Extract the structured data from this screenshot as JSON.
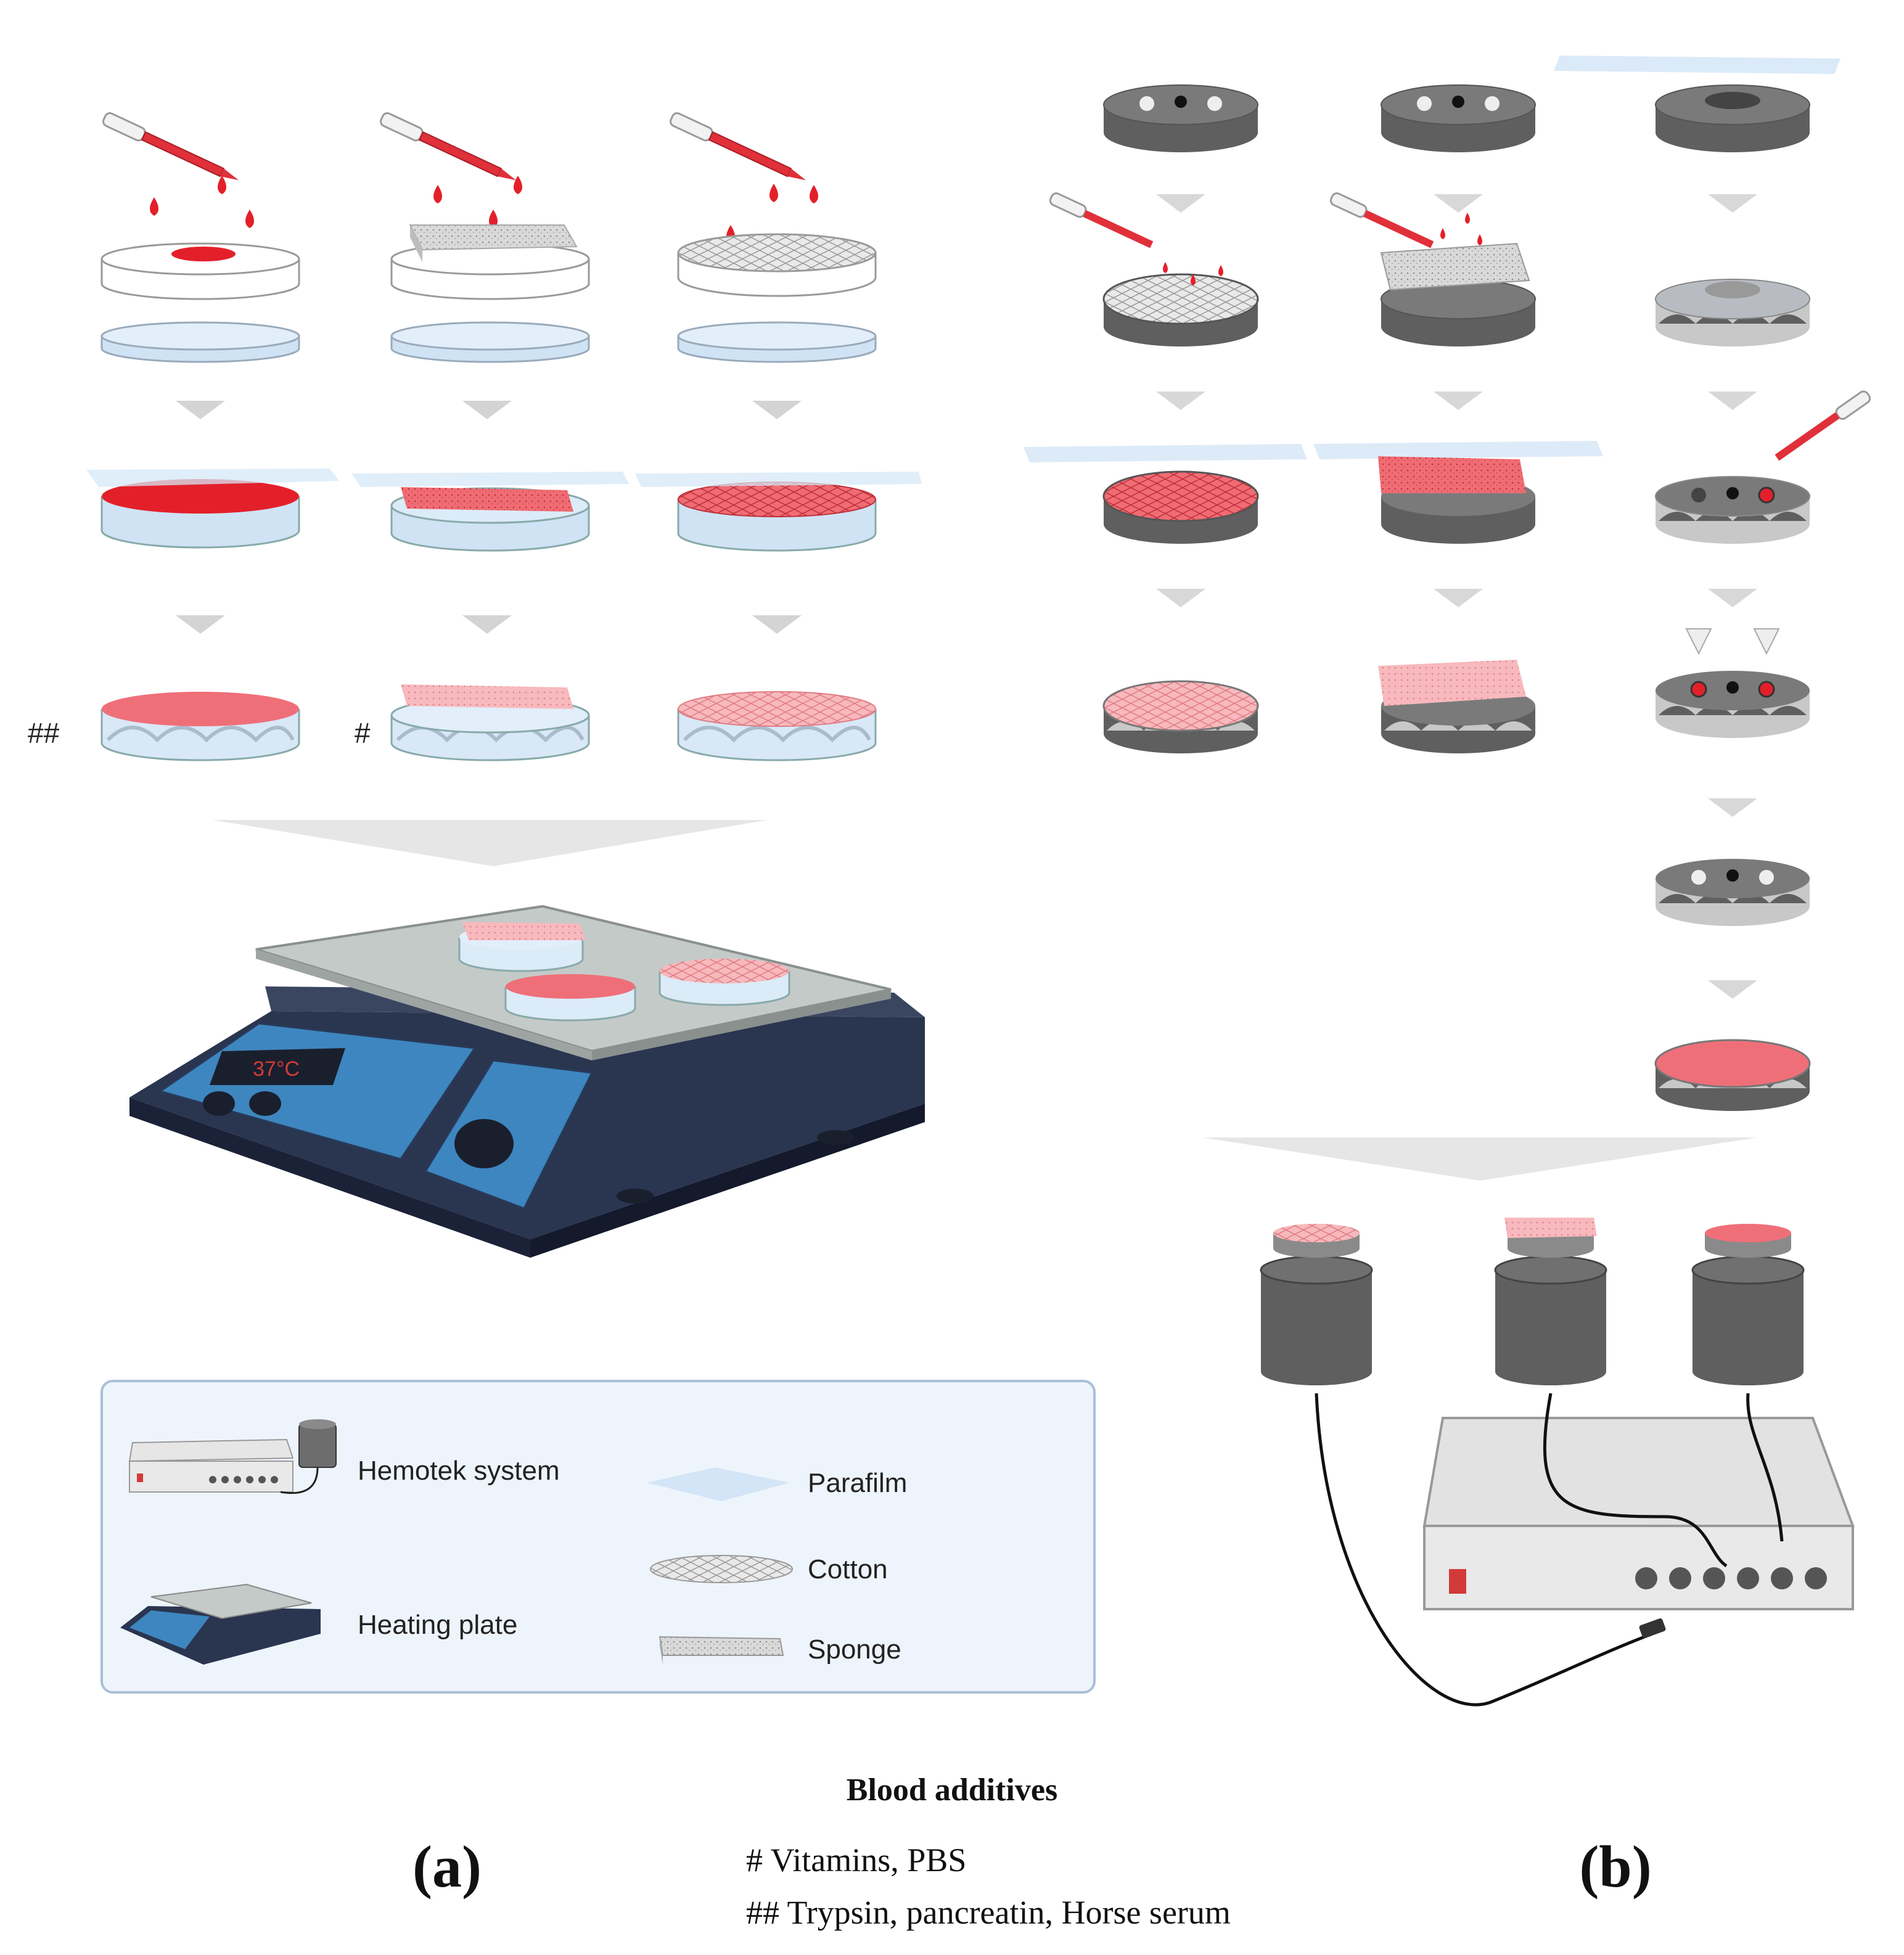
{
  "figure": {
    "markers": {
      "double_hash": "##",
      "single_hash": "#"
    },
    "display_temperature": "37°C",
    "panel_labels": {
      "a": "(a)",
      "b": "(b)"
    }
  },
  "legend": {
    "items": [
      {
        "label": "Hemotek system",
        "icon": "hemotek-system-icon"
      },
      {
        "label": "Heating plate",
        "icon": "heating-plate-icon"
      },
      {
        "label": "Parafilm",
        "icon": "parafilm-icon"
      },
      {
        "label": "Cotton",
        "icon": "cotton-icon"
      },
      {
        "label": "Sponge",
        "icon": "sponge-icon"
      }
    ]
  },
  "footnote": {
    "title": "Blood additives",
    "lines": [
      "# Vitamins, PBS",
      "## Trypsin, pancreatin, Horse serum"
    ]
  },
  "colors": {
    "blood": "#e3202a",
    "blood_light": "#ef6f79",
    "dish_blue": "#cfe3f5",
    "feeder_gray": "#6d6d6d",
    "plate_navy": "#2a3550",
    "plate_blue": "#3e86bf",
    "legend_bg": "#eef4fb"
  }
}
